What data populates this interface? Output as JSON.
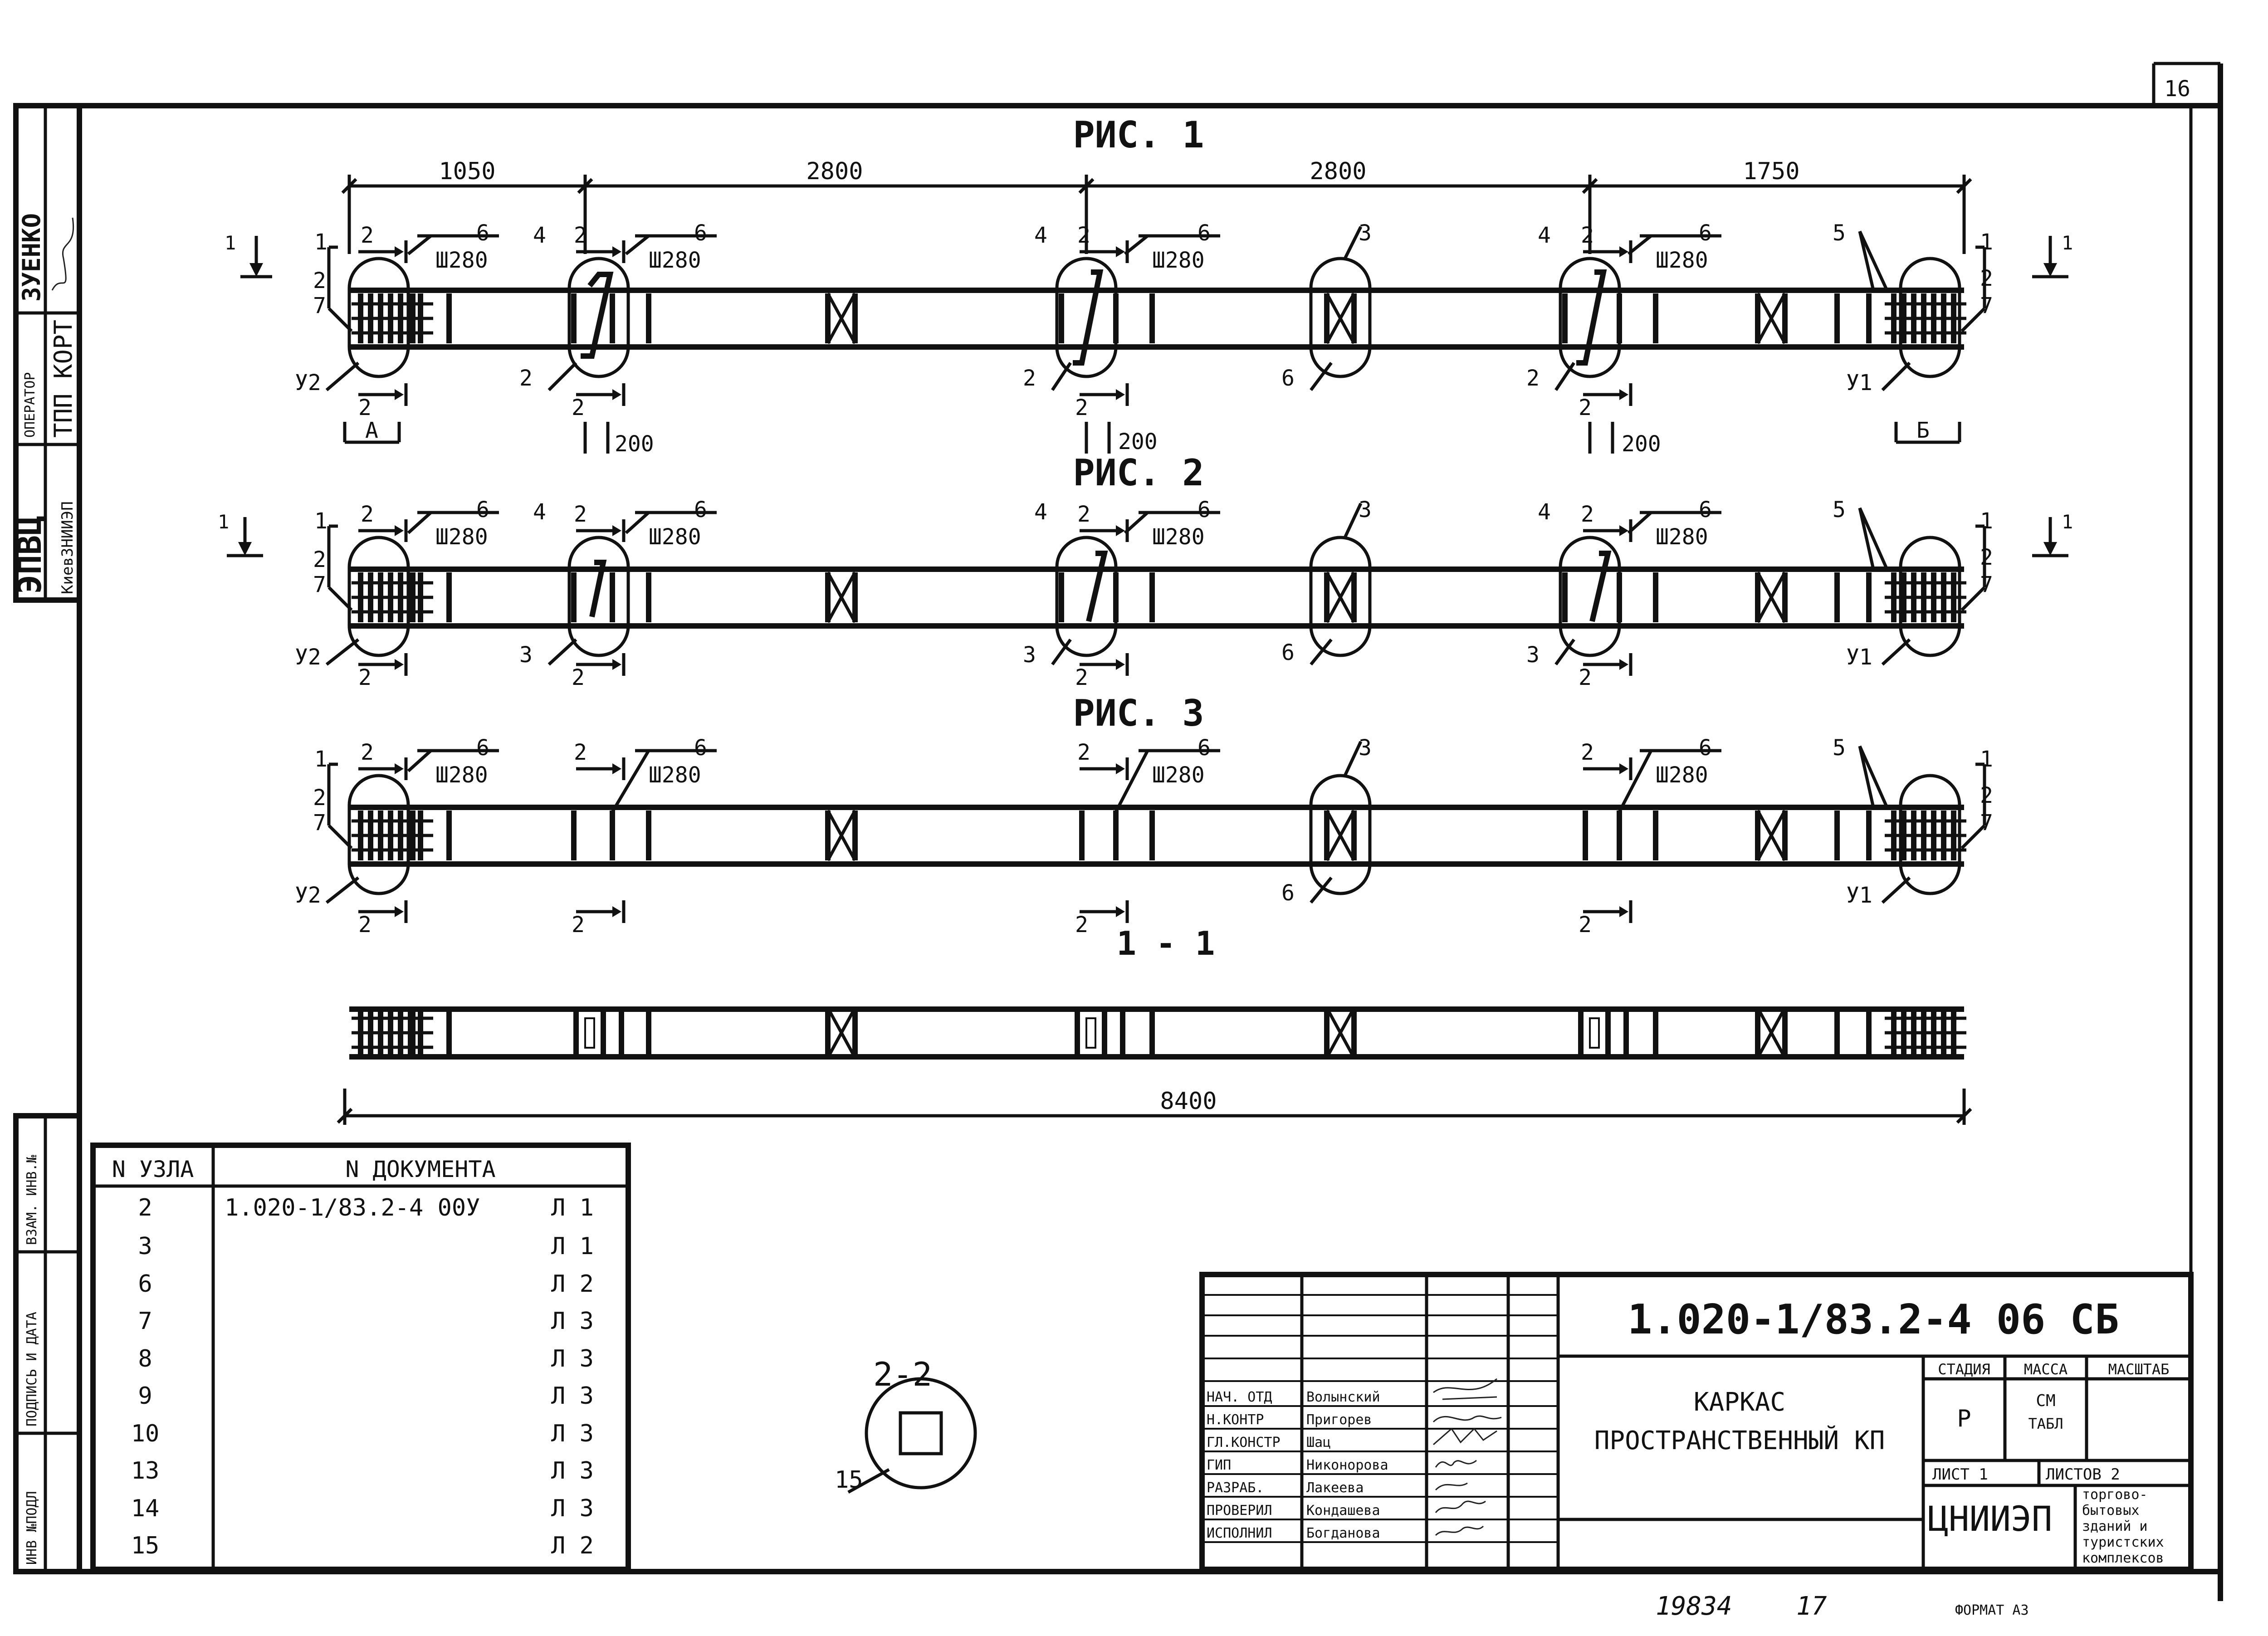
{
  "sheet_number": "16",
  "figures": [
    {
      "title": "РИС. 1",
      "beam_marks": {
        "ends": [
          "1",
          "2",
          "7",
          "У2",
          "У1",
          "5"
        ],
        "nodes": [
          "2",
          "4",
          "6",
          "Ш280",
          "3"
        ]
      }
    },
    {
      "title": "РИС. 2"
    },
    {
      "title": "РИС. 3"
    }
  ],
  "dims_fig1": [
    "1050",
    "2800",
    "2800",
    "1750"
  ],
  "dim_200": "200",
  "label_a": "А",
  "label_b": "Б",
  "section_mark": "1",
  "mark_2": "2",
  "mark_7": "7",
  "mark_4": "4",
  "mark_3": "3",
  "mark_5": "5",
  "mark_6": "6",
  "mark_15": "15",
  "pitch": "Ш280",
  "node_y1": "У1",
  "node_y2": "У2",
  "section_1_title": "1 - 1",
  "total_length": "8400",
  "section_2_title": "2-2",
  "left_stamp": {
    "org": "ЭПВЦ",
    "org_sub": "КиевЗНИИЭП",
    "operator_label": "ОПЕРАТОР",
    "operator_name": "ТПП КОРТ",
    "checker_name": "ЗУЕНКО",
    "inv_label": "ВЗАМ. ИНВ.№",
    "sign_label": "ПОДПИСЬ И ДАТА",
    "inv_orig_label": "ИНВ №ПОДЛ"
  },
  "node_table": {
    "headers": [
      "N УЗЛА",
      "N ДОКУМЕНТА"
    ],
    "rows": [
      {
        "node": "2",
        "doc": "1.020-1/83.2-4 00У",
        "sheet": "Л 1"
      },
      {
        "node": "3",
        "doc": "",
        "sheet": "Л 1"
      },
      {
        "node": "6",
        "doc": "",
        "sheet": "Л 2"
      },
      {
        "node": "7",
        "doc": "",
        "sheet": "Л 3"
      },
      {
        "node": "8",
        "doc": "",
        "sheet": "Л 3"
      },
      {
        "node": "9",
        "doc": "",
        "sheet": "Л 3"
      },
      {
        "node": "10",
        "doc": "",
        "sheet": "Л 3"
      },
      {
        "node": "13",
        "doc": "",
        "sheet": "Л 3"
      },
      {
        "node": "14",
        "doc": "",
        "sheet": "Л 3"
      },
      {
        "node": "15",
        "doc": "",
        "sheet": "Л 2"
      }
    ]
  },
  "title_block": {
    "designation": "1.020-1/83.2-4 06 СБ",
    "name_line1": "КАРКАС",
    "name_line2": "ПРОСТРАНСТВЕННЫЙ КП",
    "stage_label": "СТАДИЯ",
    "mass_label": "МАССА",
    "scale_label": "МАСШТАБ",
    "stage_value": "Р",
    "mass_value_1": "СМ",
    "mass_value_2": "ТАБЛ",
    "sheet_label": "ЛИСТ 1",
    "sheets_label": "ЛИСТОВ 2",
    "org": "ЦНИИЭП",
    "org_note": [
      "торгово-",
      "бытовых",
      "зданий и",
      "туристских",
      "комплексов"
    ],
    "staff": [
      {
        "role": "НАЧ. ОТД",
        "name": "Волынский"
      },
      {
        "role": "Н.КОНТР",
        "name": "Пригорев"
      },
      {
        "role": "ГЛ.КОНСТР",
        "name": "Шац"
      },
      {
        "role": "ГИП",
        "name": "Никонорова"
      },
      {
        "role": "РАЗРАБ.",
        "name": "Лакеева"
      },
      {
        "role": "ПРОВЕРИЛ",
        "name": "Кондашева"
      },
      {
        "role": "ИСПОЛНИЛ",
        "name": "Богданова"
      }
    ]
  },
  "footer_number": "19834",
  "footer_page": "17",
  "footer_format": "ФОРМАТ А3"
}
